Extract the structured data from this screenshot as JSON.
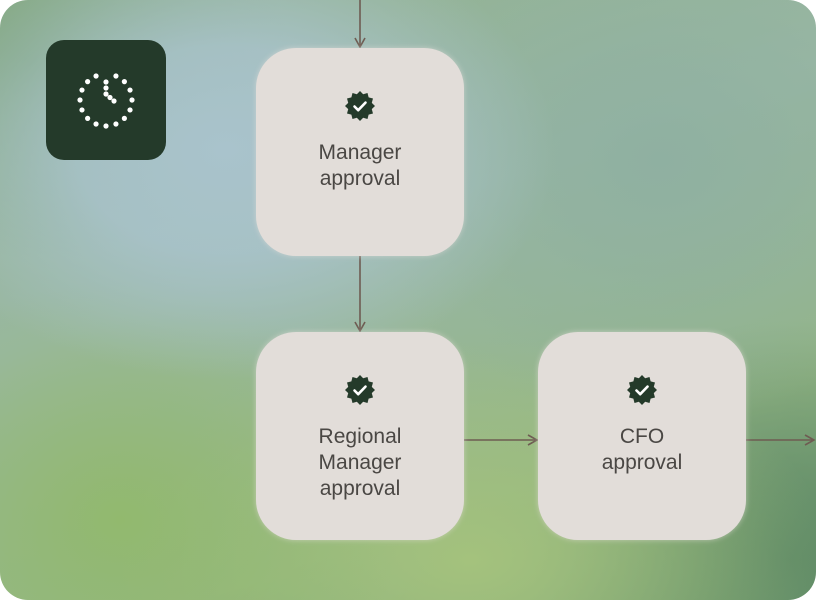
{
  "icons": {
    "clock": "dotted-clock-icon",
    "verified": "verified-badge-icon"
  },
  "colors": {
    "tile": "#243a2a",
    "node": "#e2ddd9",
    "text": "#4a4744",
    "connector": "#6e5c52",
    "badge": "#243a2a"
  },
  "nodes": [
    {
      "id": "manager",
      "label": "Manager\napproval"
    },
    {
      "id": "regional",
      "label": "Regional\nManager\napproval"
    },
    {
      "id": "cfo",
      "label": "CFO\napproval"
    }
  ]
}
